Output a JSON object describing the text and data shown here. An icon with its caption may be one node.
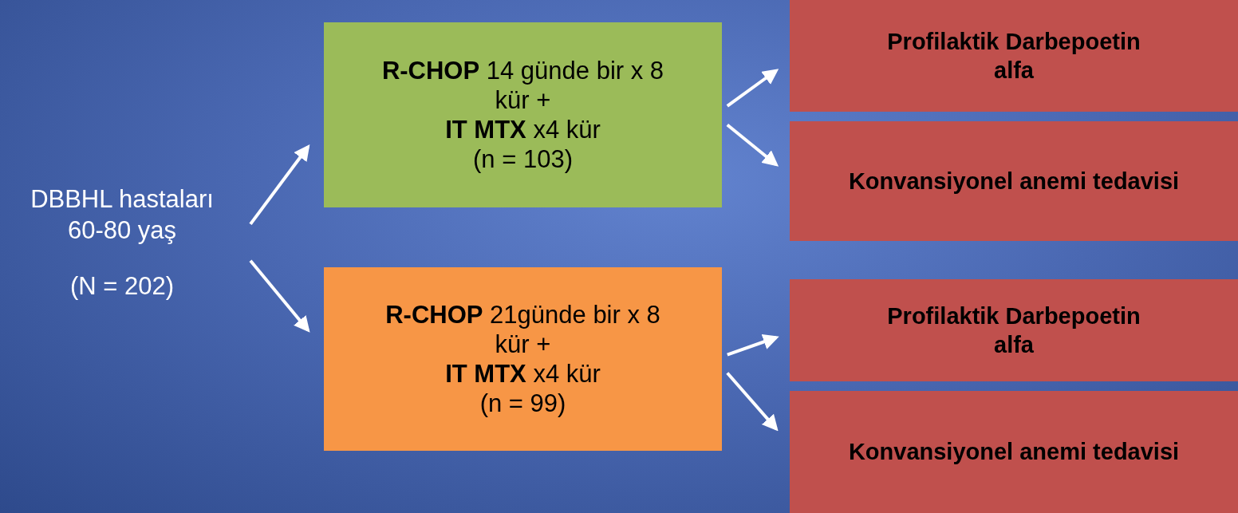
{
  "diagram": {
    "nodes": [
      {
        "text": [
          "DBBHL hastaları 60-80 yaş",
          "(N = 202)"
        ]
      },
      {
        "text": [
          "**R-CHOP** 14 günde bir x 8 kür +",
          "**IT MTX** x4 kür",
          "(n = 103)"
        ]
      },
      {
        "text": [
          "**R-CHOP** 21günde bir x 8 kür +",
          "**IT MTX** x4 kür",
          "(n = 99)"
        ]
      },
      {
        "text": [
          "Profilaktik Darbepoetin alfa"
        ]
      },
      {
        "text": [
          "Konvansiyonel anemi tedavisi"
        ]
      },
      {
        "text": [
          "Profilaktik Darbepoetin alfa"
        ]
      },
      {
        "text": [
          "Konvansiyonel anemi tedavisi"
        ]
      }
    ],
    "edges": [
      {
        "from": 0,
        "to": 1,
        "arrow": "to"
      },
      {
        "from": 0,
        "to": 2,
        "arrow": "to"
      },
      {
        "from": 1,
        "to": 3,
        "arrow": "to"
      },
      {
        "from": 1,
        "to": 4,
        "arrow": "to"
      },
      {
        "from": 2,
        "to": 5,
        "arrow": "to"
      },
      {
        "from": 2,
        "to": 6,
        "arrow": "to"
      }
    ]
  }
}
